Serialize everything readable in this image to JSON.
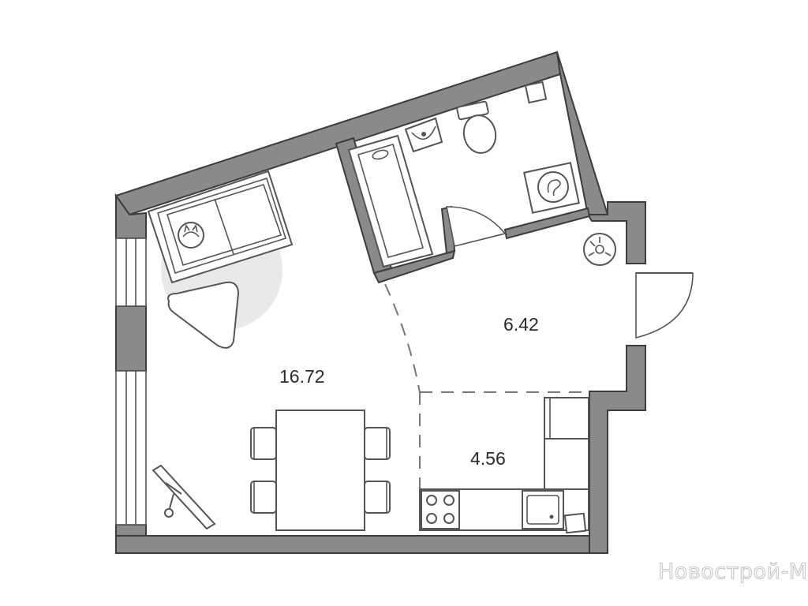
{
  "plan": {
    "rooms": [
      {
        "id": "living",
        "area": "16.72"
      },
      {
        "id": "hall",
        "area": "6.42"
      },
      {
        "id": "kitchen",
        "area": "4.56"
      }
    ],
    "watermark": "Новострой-М",
    "colors": {
      "wall": "#8a8a8a",
      "outline": "#3c3c3c",
      "fixture": "#555555",
      "zone_circle": "#e9e9e9",
      "label": "#2a2a2a"
    }
  }
}
